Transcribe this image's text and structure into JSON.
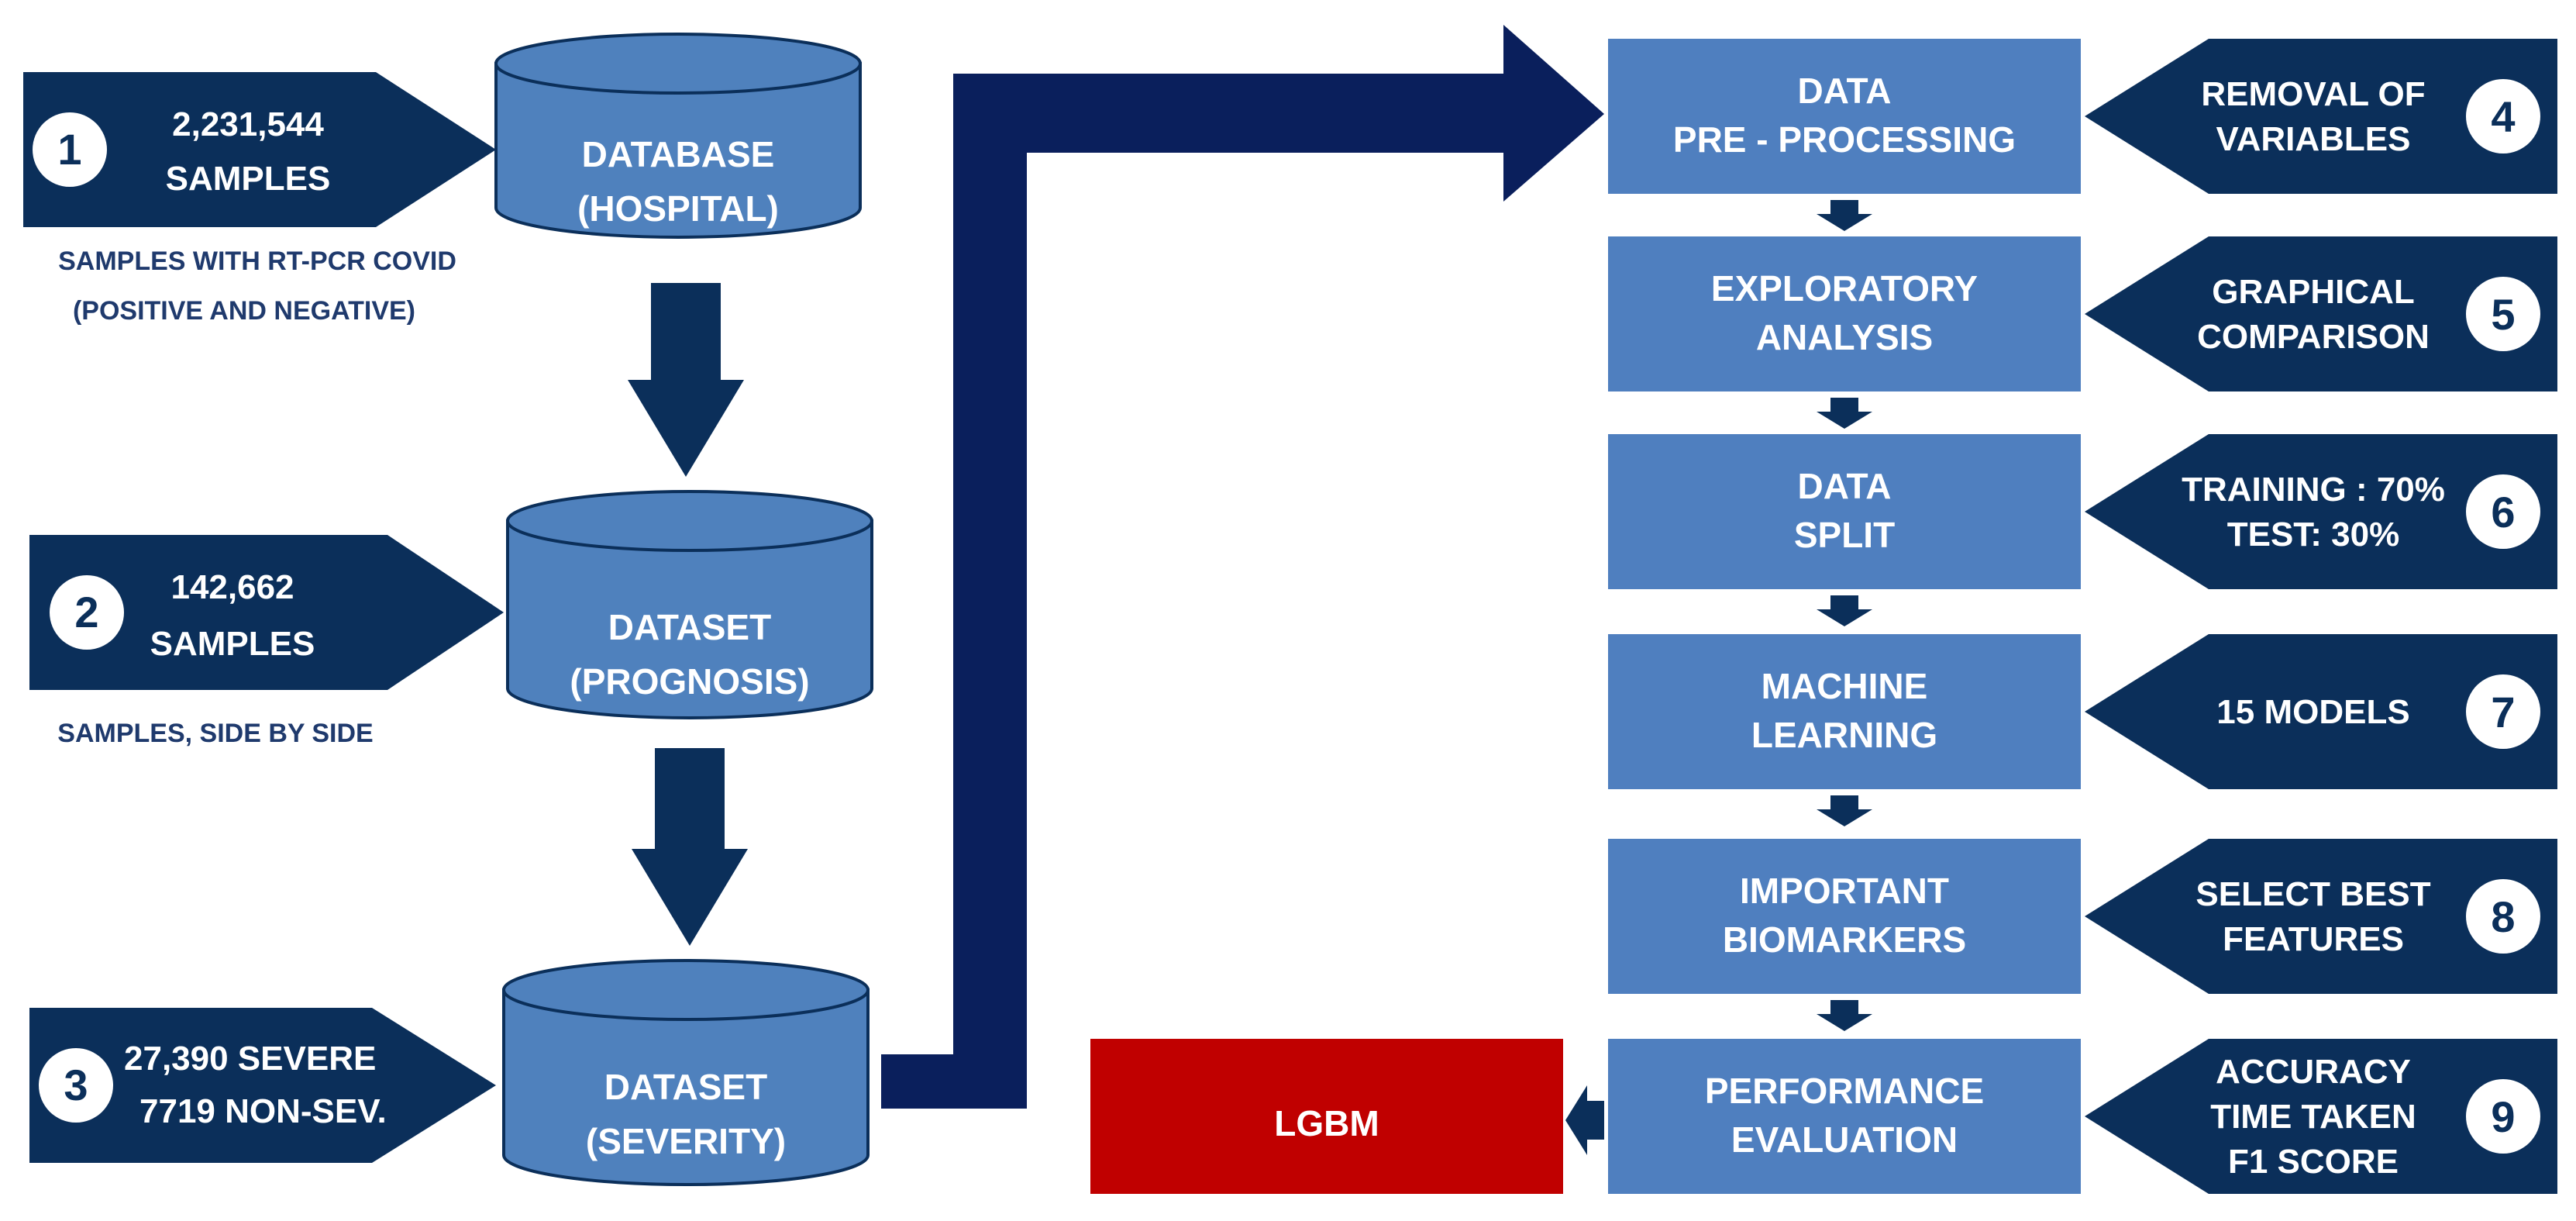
{
  "colors": {
    "navy": "#0b2f5a",
    "box_blue": "#4f7fbf",
    "cylinder_blue": "#4f81bd",
    "cylinder_edge": "#0b2f5a",
    "highlight_red": "#c00000",
    "arrow_dark": "#0a1f5c"
  },
  "left": {
    "step1": {
      "number": "1",
      "line1": "2,231,544",
      "line2": "SAMPLES",
      "caption1": "SAMPLES WITH RT-PCR COVID",
      "caption2": "(POSITIVE AND NEGATIVE)"
    },
    "step2": {
      "number": "2",
      "line1": "142,662",
      "line2": "SAMPLES",
      "caption1": "SAMPLES, SIDE BY SIDE"
    },
    "step3": {
      "number": "3",
      "line1": "27,390 SEVERE",
      "line2": "7719  NON-SEV."
    }
  },
  "cylinders": {
    "db": {
      "line1": "DATABASE",
      "line2": "(HOSPITAL)"
    },
    "prognosis": {
      "line1": "DATASET",
      "line2": "(PROGNOSIS)"
    },
    "severity": {
      "line1": "DATASET",
      "line2": "(SEVERITY)"
    }
  },
  "steps": [
    {
      "line1": "DATA",
      "line2": "PRE - PROCESSING"
    },
    {
      "line1": "EXPLORATORY",
      "line2": "ANALYSIS"
    },
    {
      "line1": "DATA",
      "line2": "SPLIT"
    },
    {
      "line1": "MACHINE",
      "line2": "LEARNING"
    },
    {
      "line1": "IMPORTANT",
      "line2": "BIOMARKERS"
    },
    {
      "line1": "PERFORMANCE",
      "line2": "EVALUATION"
    }
  ],
  "right": [
    {
      "number": "4",
      "line1": "REMOVAL OF",
      "line2": "VARIABLES"
    },
    {
      "number": "5",
      "line1": "GRAPHICAL",
      "line2": "COMPARISON"
    },
    {
      "number": "6",
      "line1": "TRAINING : 70%",
      "line2": "TEST: 30%"
    },
    {
      "number": "7",
      "line1": "15 MODELS"
    },
    {
      "number": "8",
      "line1": "SELECT BEST",
      "line2": "FEATURES"
    },
    {
      "number": "9",
      "line1": "ACCURACY",
      "line2": "TIME TAKEN",
      "line3": "F1 SCORE"
    }
  ],
  "result": {
    "label": "LGBM"
  }
}
